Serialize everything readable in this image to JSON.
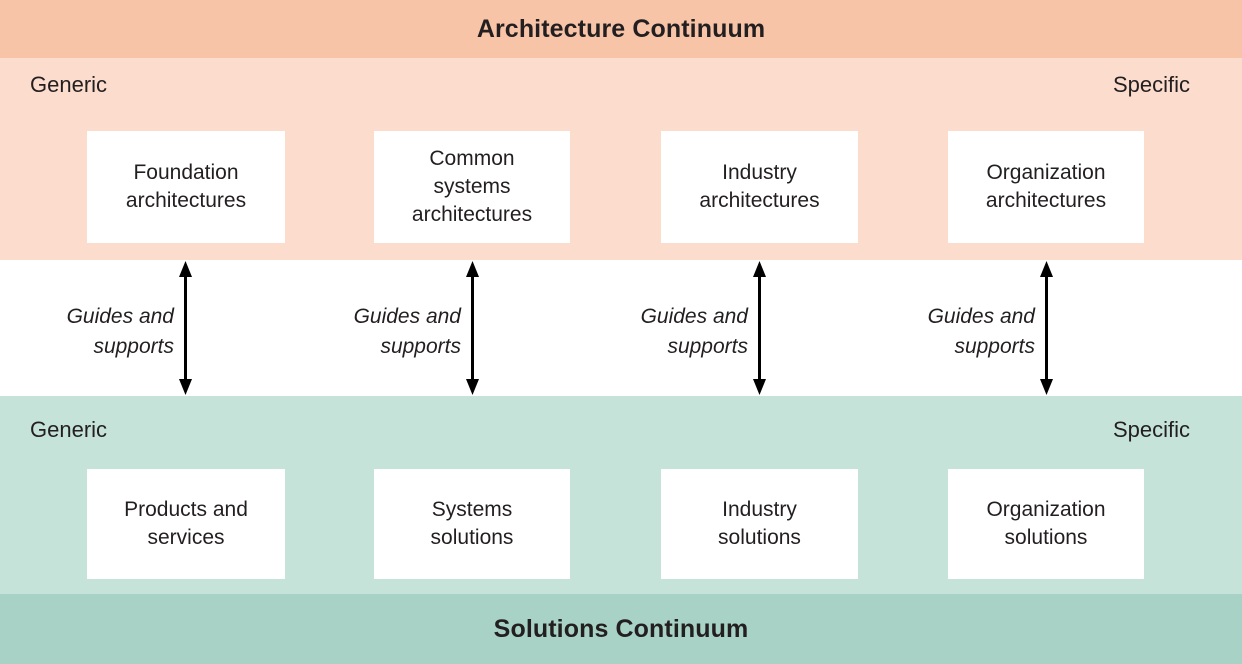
{
  "architecture": {
    "banner_title": "Architecture Continuum",
    "banner_color": "#f8c4a8",
    "body_color": "#fbdccd",
    "generic_label": "Generic",
    "specific_label": "Specific",
    "boxes": [
      {
        "label": "Foundation\narchitectures"
      },
      {
        "label": "Common\nsystems\narchitectures"
      },
      {
        "label": "Industry\narchitectures"
      },
      {
        "label": "Organization\narchitectures"
      }
    ]
  },
  "connectors": [
    {
      "caption": "Guides and\nsupports",
      "icon": "double-headed-vertical-arrow-icon"
    },
    {
      "caption": "Guides and\nsupports",
      "icon": "double-headed-vertical-arrow-icon"
    },
    {
      "caption": "Guides and\nsupports",
      "icon": "double-headed-vertical-arrow-icon"
    },
    {
      "caption": "Guides and\nsupports",
      "icon": "double-headed-vertical-arrow-icon"
    }
  ],
  "solutions": {
    "banner_title": "Solutions Continuum",
    "banner_color": "#a7d2c5",
    "body_color": "#c6e3da",
    "generic_label": "Generic",
    "specific_label": "Specific",
    "boxes": [
      {
        "label": "Products and\nservices"
      },
      {
        "label": "Systems\nsolutions"
      },
      {
        "label": "Industry\nsolutions"
      },
      {
        "label": "Organization\nsolutions"
      }
    ]
  },
  "colors": {
    "box_fill": "#ffffff",
    "text": "#231f20",
    "arrow": "#000000"
  }
}
